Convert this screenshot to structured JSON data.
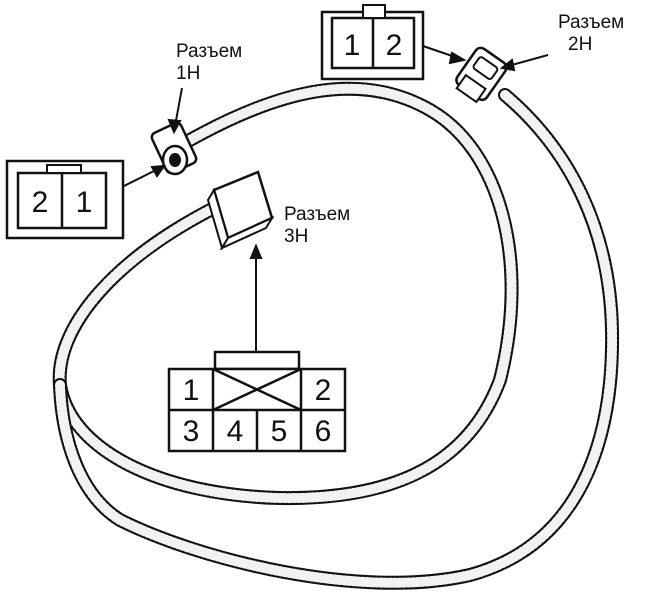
{
  "colors": {
    "ink": "#111111",
    "harness_fill": "#f2f2f2",
    "background": "#ffffff"
  },
  "connectors": {
    "c1h": {
      "title": "Разъем",
      "code": "1H",
      "pins": [
        "2",
        "1"
      ]
    },
    "c2h": {
      "title": "Разъем",
      "code": "2H",
      "pins": [
        "1",
        "2"
      ]
    },
    "c3h": {
      "title": "Разъем",
      "code": "3H",
      "pins": [
        "1",
        "2",
        "3",
        "4",
        "5",
        "6"
      ]
    }
  }
}
